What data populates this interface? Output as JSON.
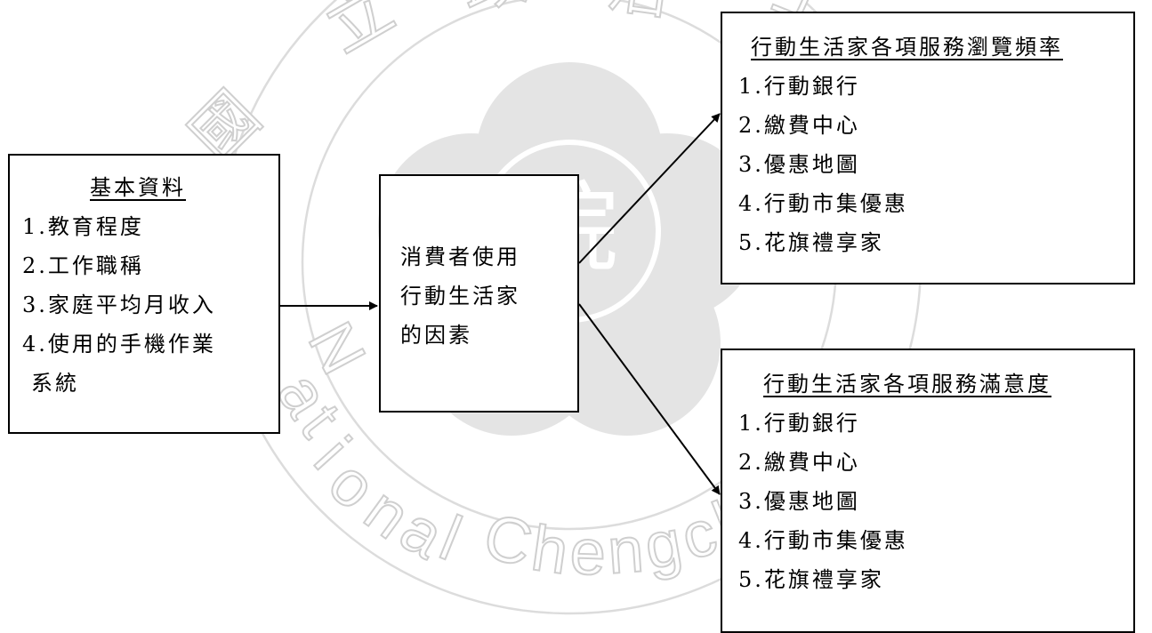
{
  "watermark": {
    "seal_text_top": "國 立 政 治 大 學",
    "seal_text_english": "National Chengchi University",
    "color": "#dcdcdc"
  },
  "left_box": {
    "title": "基本資料",
    "items": [
      "1.教育程度",
      "2.工作職稱",
      "3.家庭平均月收入",
      "4.使用的手機作業"
    ],
    "continuation": "系統"
  },
  "center_box": {
    "lines": [
      "消費者使用",
      "行動生活家",
      "的因素"
    ]
  },
  "top_right_box": {
    "title": "行動生活家各項服務瀏覽頻率",
    "items": [
      "1.行動銀行",
      "2.繳費中心",
      "3.優惠地圖",
      "4.行動市集優惠",
      "5.花旗禮享家"
    ]
  },
  "bottom_right_box": {
    "title": "行動生活家各項服務滿意度",
    "items": [
      "1.行動銀行",
      "2.繳費中心",
      "3.優惠地圖",
      "4.行動市集優惠",
      "5.花旗禮享家"
    ]
  },
  "arrow_color": "#000000"
}
